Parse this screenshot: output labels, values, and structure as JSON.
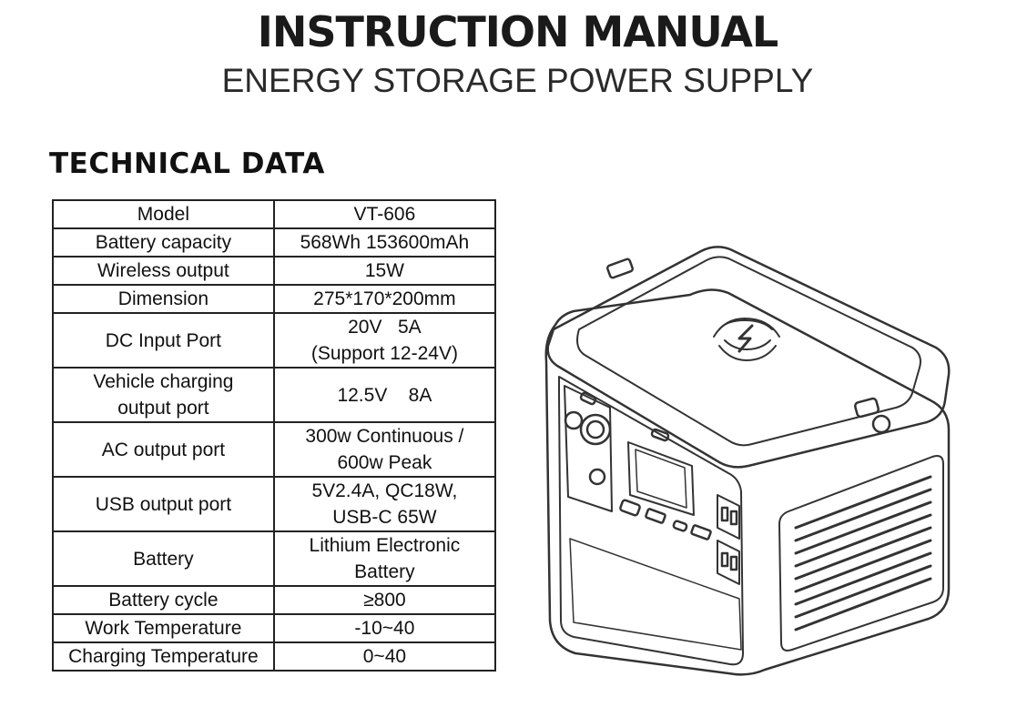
{
  "header": {
    "title": "INSTRUCTION MANUAL",
    "subtitle": "ENERGY STORAGE POWER SUPPLY"
  },
  "section": {
    "heading": "TECHNICAL DATA"
  },
  "spec_table": {
    "rows": [
      {
        "label": "Model",
        "value": "VT-606"
      },
      {
        "label": "Battery capacity",
        "value": "568Wh 153600mAh"
      },
      {
        "label": "Wireless output",
        "value": "15W"
      },
      {
        "label": "Dimension",
        "value": "275*170*200mm"
      },
      {
        "label": "DC Input Port",
        "value": "20V   5A",
        "value2": "(Support 12-24V)"
      },
      {
        "label": "Vehicle charging",
        "label2": "output port",
        "value": "12.5V    8A"
      },
      {
        "label": "AC output port",
        "value": "300w Continuous /",
        "value2": "600w Peak"
      },
      {
        "label": "USB output port",
        "value": "5V2.4A, QC18W,",
        "value2": "USB-C 65W"
      },
      {
        "label": "Battery",
        "value": "Lithium Electronic",
        "value2": "Battery"
      },
      {
        "label": "Battery cycle",
        "value": "≥800"
      },
      {
        "label": "Work Temperature",
        "value": "-10~40"
      },
      {
        "label": "Charging Temperature",
        "value": "0~40"
      }
    ]
  },
  "illustration": {
    "icon": "power-station-illustration",
    "lid_icon": "wireless-charging-icon",
    "stroke_color": "#333333"
  }
}
